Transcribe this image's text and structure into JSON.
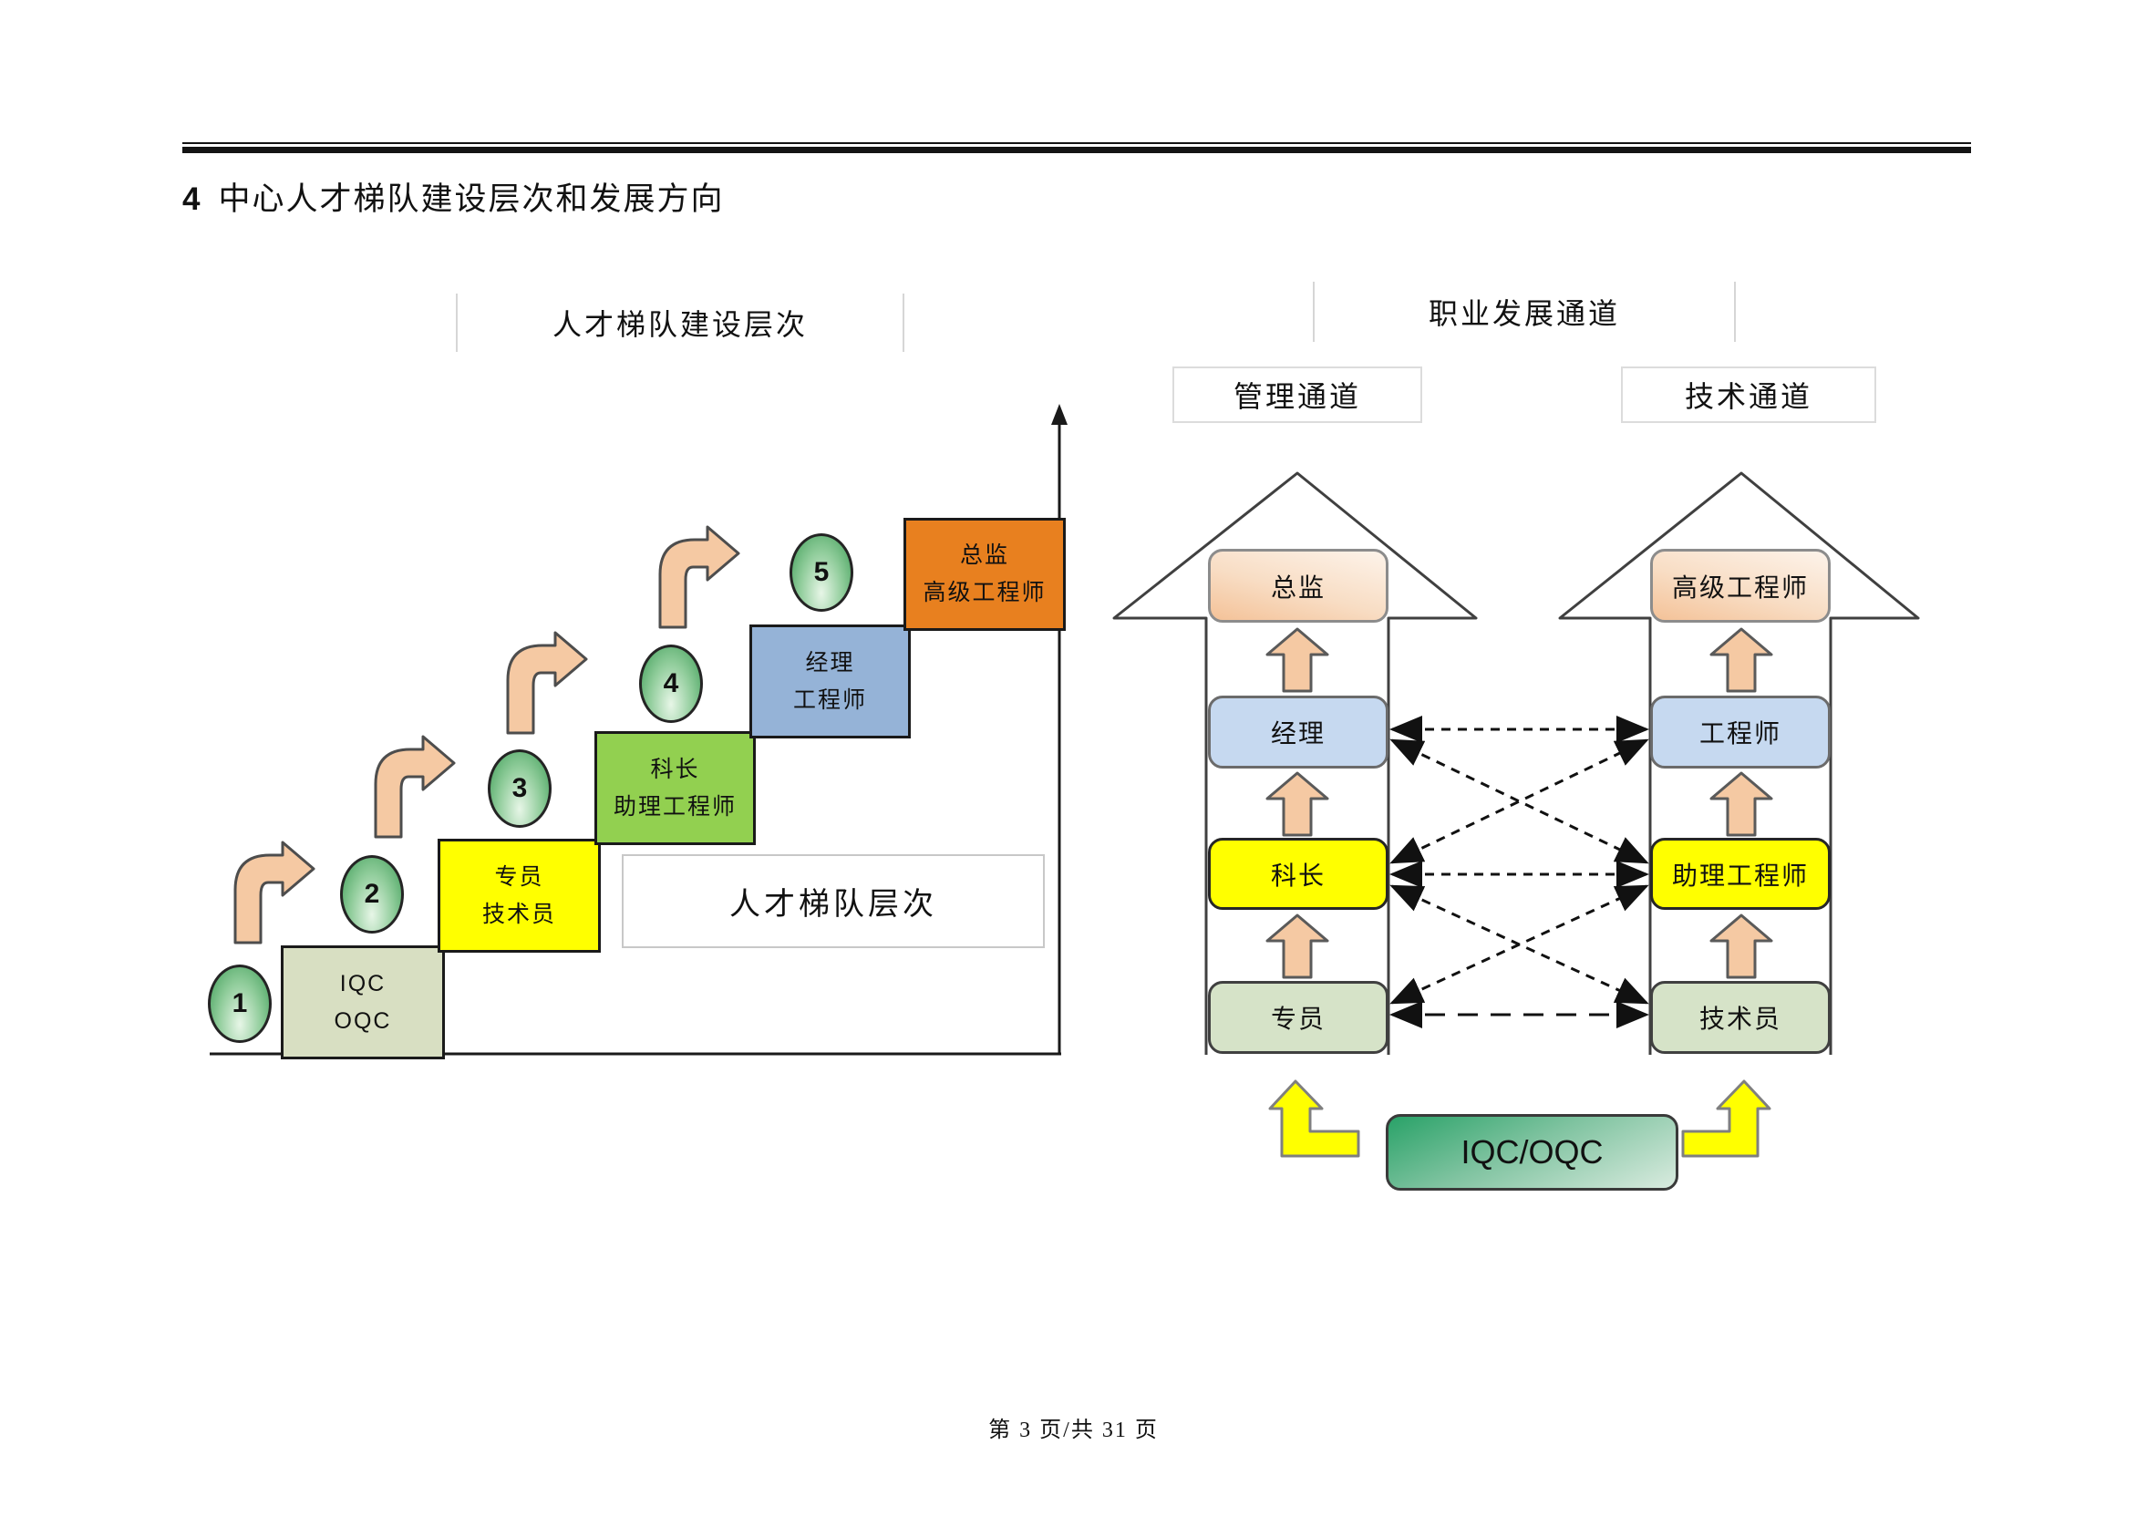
{
  "page": {
    "heading_number": "4",
    "heading_text": "中心人才梯队建设层次和发展方向",
    "footer_text": "第 3 页/共 31 页"
  },
  "left_chart": {
    "header": "人才梯队建设层次",
    "center_box": "人才梯队层次",
    "steps": [
      {
        "badge": "1",
        "line1": "IQC",
        "line2": "OQC"
      },
      {
        "badge": "2",
        "line1": "专员",
        "line2": "技术员"
      },
      {
        "badge": "3",
        "line1": "科长",
        "line2": "助理工程师"
      },
      {
        "badge": "4",
        "line1": "经理",
        "line2": "工程师"
      },
      {
        "badge": "5",
        "line1": "总监",
        "line2": "高级工程师"
      }
    ]
  },
  "right_chart": {
    "header": "职业发展通道",
    "management_header": "管理通道",
    "technical_header": "技术通道",
    "management_levels": [
      "总监",
      "经理",
      "科长",
      "专员"
    ],
    "technical_levels": [
      "高级工程师",
      "工程师",
      "助理工程师",
      "技术员"
    ],
    "base_label": "IQC/OQC"
  },
  "colors": {
    "step_iqc": "#D8DFC2",
    "step_specialist": "#FFFF00",
    "step_chief": "#92D050",
    "step_manager": "#95B3D7",
    "step_director": "#E8801F",
    "arrow_peach": "#F5C9A3",
    "arrow_yellow": "#FFFF00",
    "level_blue": "#C6D9F0",
    "level_sage": "#D6E3C8",
    "base_green": "#2EA36C"
  }
}
